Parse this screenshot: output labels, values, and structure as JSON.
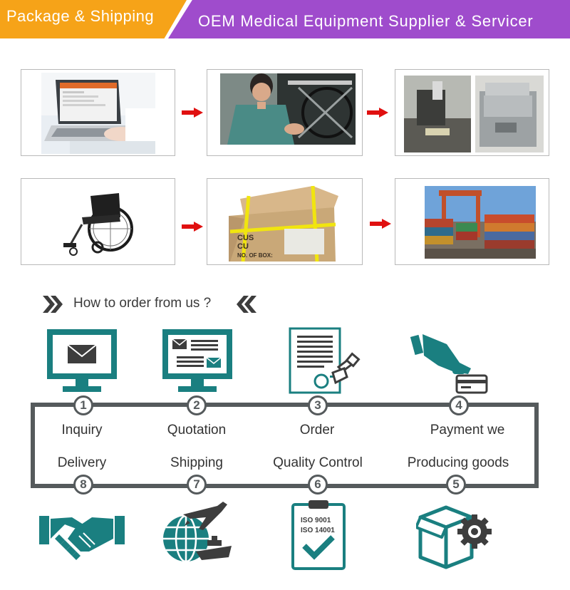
{
  "banner": {
    "left_title": "Package & Shipping",
    "right_title": "OEM Medical Equipment Supplier & Servicer",
    "colors": {
      "orange": "#f6a318",
      "purple": "#9f4ccc"
    }
  },
  "process_photos": {
    "row1": [
      "laptop-online-inquiry-photo",
      "worker-assembling-wheelchair-photo",
      "quality-testing-machines-photo"
    ],
    "row2": [
      "wheelchair-product-photo",
      "packed-carton-box-photo",
      "container-port-photo"
    ],
    "box_print": {
      "line1": "CUS",
      "line2": "CU",
      "line3": "NO. OF BOX:"
    }
  },
  "order": {
    "heading": "How to order from us ?",
    "accent_color": "#1a7f80",
    "line_color": "#555a5c",
    "steps_top": [
      {
        "num": "1",
        "label": "Inquiry",
        "icon": "monitor-envelope-icon"
      },
      {
        "num": "2",
        "label": "Quotation",
        "icon": "monitor-document-icon"
      },
      {
        "num": "3",
        "label": "Order",
        "icon": "contract-stamp-icon"
      },
      {
        "num": "4",
        "label": "Payment we",
        "icon": "hand-card-icon"
      }
    ],
    "steps_bottom": [
      {
        "num": "8",
        "label": "Delivery",
        "icon": "handshake-icon"
      },
      {
        "num": "7",
        "label": "Shipping",
        "icon": "globe-plane-ship-icon"
      },
      {
        "num": "6",
        "label": "Quality Control",
        "icon": "iso-clipboard-icon"
      },
      {
        "num": "5",
        "label": "Producing goods",
        "icon": "box-gear-icon"
      }
    ],
    "iso_labels": [
      "ISO 9001",
      "ISO 14001"
    ]
  }
}
